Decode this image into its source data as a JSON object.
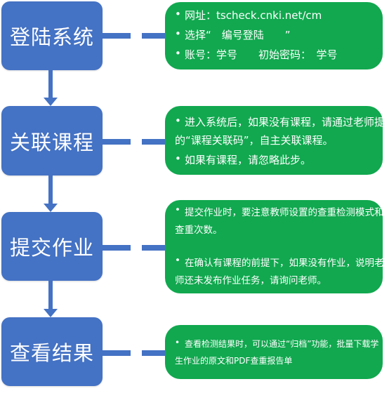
{
  "steps": [
    {
      "label": "登陆系统"
    },
    {
      "label": "关联课程"
    },
    {
      "label": "提交作业"
    },
    {
      "label": "查看结果"
    }
  ],
  "notes": [
    {
      "lines": [
        "网址：tscheck.cnki.net/cm",
        "选择“　编号登陆　　”",
        "账号：学号　　初始密码：　学号"
      ]
    },
    {
      "lines": [
        "进入系统后，如果没有课程，请通过老师提供",
        "的“课程关联码”，自主关联课程。",
        "如果有课程，请忽略此步。"
      ]
    },
    {
      "lines": [
        "提交作业时，要注意教师设置的查重检测模式和",
        "查重次数。",
        "在确认有课程的前提下，如果没有作业，说明老",
        "师还未发布作业任务，请询问老师。"
      ]
    },
    {
      "lines": [
        "查看检测结果时，可以通过“归档”功能，批量下载学",
        "生作业的原文和PDF查重报告单"
      ]
    }
  ],
  "colors": {
    "step_fill": "#4472c4",
    "note_fill": "#11a84f",
    "arrow": "#4472c4"
  }
}
